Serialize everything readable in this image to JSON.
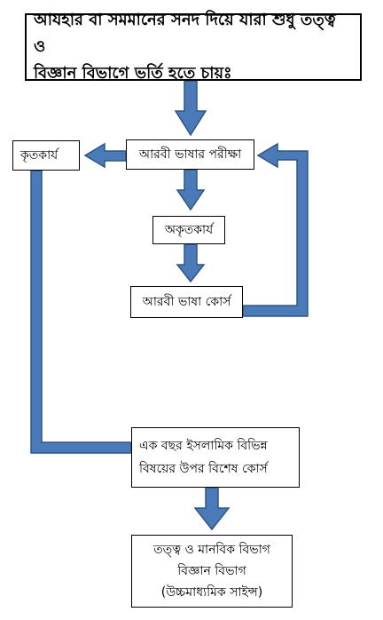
{
  "title": {
    "line1": "আযহার বা সমমানের সনদ দিয়ে যারা শুধু তত্ত্ব ও",
    "line2": "বিজ্ঞান বিভাগে ভর্তি হতে চায়ঃ"
  },
  "nodes": {
    "success": "কৃতকার্য",
    "arabic_exam": "আরবী ভাষার পরীক্ষা",
    "failed": "অকৃতকার্য",
    "arabic_course": "আরবী ভাষা কোর্স",
    "islamic_course": {
      "line1": "এক বছর ইসলামিক বিভিন্ন",
      "line2": "বিষয়ের উপর বিশেষ কোর্স"
    },
    "destination": {
      "line1": "তত্ত্ব ও মানবিক বিভাগ",
      "line2": "বিজ্ঞান বিভাগ",
      "line3": "(উচ্চমাধ্যমিক সাইন্স)"
    }
  },
  "colors": {
    "arrow_fill": "#4a7ab8",
    "arrow_stroke": "#2e5685",
    "box_border": "#000000"
  }
}
